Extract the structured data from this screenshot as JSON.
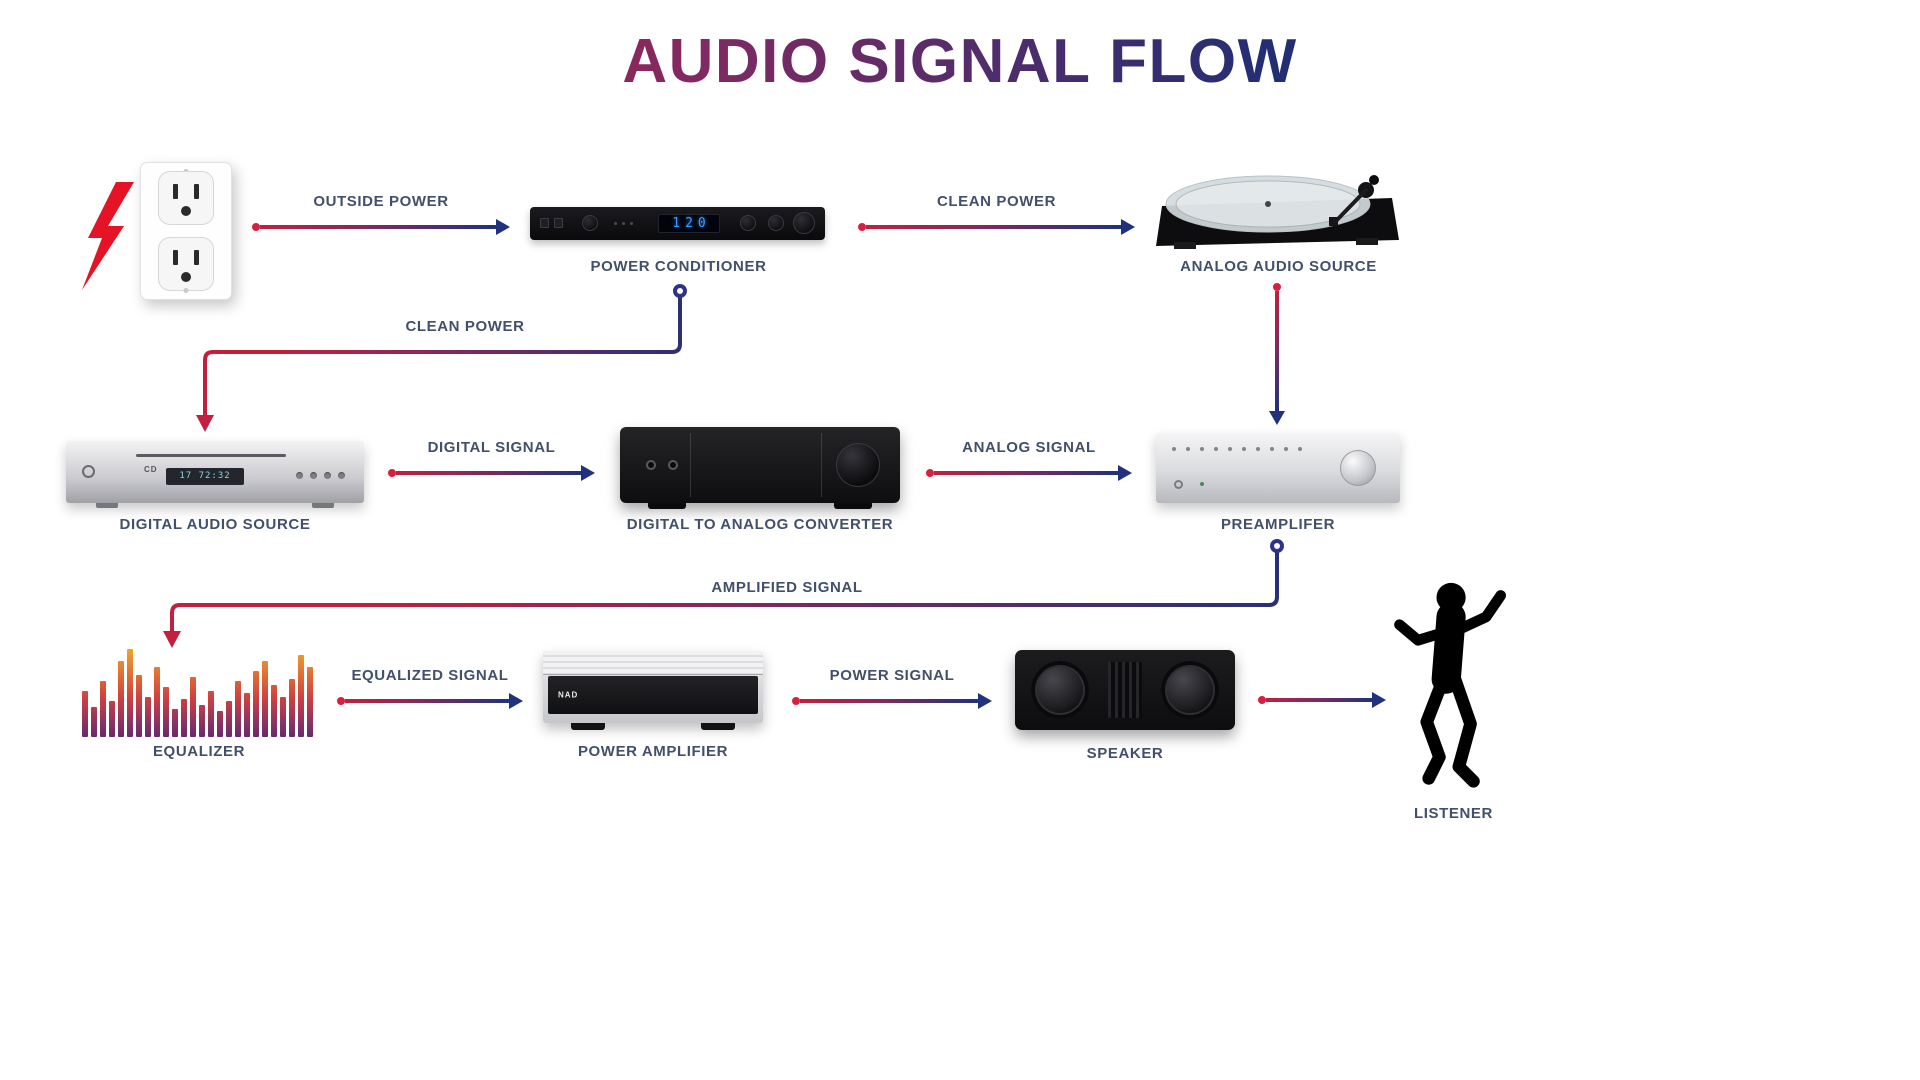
{
  "title": "AUDIO SIGNAL FLOW",
  "colors": {
    "arrow_red": "#d91f3d",
    "arrow_navy": "#20317e",
    "label_text": "#42506b",
    "bolt_red": "#e41325",
    "title_gradient_start": "#c2203e",
    "title_gradient_end": "#131f55",
    "eq_gradient_top": "#f2a32b",
    "eq_gradient_bottom": "#652a72",
    "display_blue": "#3f9bff"
  },
  "devices": {
    "wall_outlet": {
      "name": "wall outlet with lightning bolt"
    },
    "power_conditioner": {
      "label": "POWER CONDITIONER",
      "display": "120"
    },
    "analog_audio_source": {
      "label": "ANALOG AUDIO SOURCE"
    },
    "digital_audio_source": {
      "label": "DIGITAL AUDIO SOURCE",
      "display": "17 72:32"
    },
    "dac": {
      "label": "DIGITAL TO ANALOG CONVERTER"
    },
    "preamplifier": {
      "label": "PREAMPLIFER"
    },
    "equalizer": {
      "label": "EQUALIZER",
      "bar_heights": [
        46,
        30,
        56,
        36,
        76,
        88,
        62,
        40,
        70,
        50,
        28,
        38,
        60,
        32,
        46,
        26,
        36,
        56,
        44,
        66,
        76,
        52,
        40,
        58,
        82,
        70
      ]
    },
    "power_amplifier": {
      "label": "POWER AMPLIFIER",
      "brand": "NAD"
    },
    "speaker": {
      "label": "SPEAKER"
    },
    "listener": {
      "label": "LISTENER"
    }
  },
  "connections": {
    "outside_power": {
      "label": "OUTSIDE POWER"
    },
    "clean_power_top": {
      "label": "CLEAN POWER"
    },
    "clean_power_mid": {
      "label": "CLEAN POWER"
    },
    "digital_signal": {
      "label": "DIGITAL SIGNAL"
    },
    "analog_signal": {
      "label": "ANALOG SIGNAL"
    },
    "amplified_signal": {
      "label": "AMPLIFIED SIGNAL"
    },
    "equalized_signal": {
      "label": "EQUALIZED SIGNAL"
    },
    "power_signal": {
      "label": "POWER SIGNAL"
    }
  }
}
